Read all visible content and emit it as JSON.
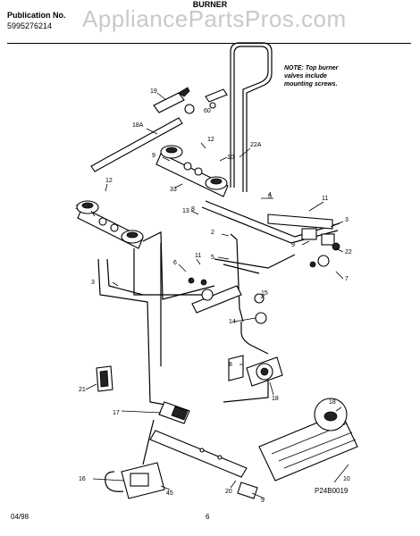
{
  "header": {
    "publication_label": "Publication No.",
    "publication_number": "5995276214",
    "section_title": "BURNER",
    "watermark": "AppliancePartsPros.com"
  },
  "note": "NOTE: Top burner valves include mounting screws.",
  "footer": {
    "date": "04/98",
    "page": "6",
    "diagram_id": "P24B0019"
  },
  "callouts": [
    "19",
    "18A",
    "60",
    "12",
    "22A",
    "9",
    "10",
    "33",
    "8",
    "12",
    "4",
    "11",
    "13",
    "1",
    "2",
    "3",
    "9",
    "22",
    "7",
    "5",
    "11",
    "6",
    "3",
    "5",
    "15",
    "14",
    "8",
    "18",
    "21",
    "17",
    "18",
    "16",
    "45",
    "20",
    "9",
    "10",
    "8"
  ]
}
